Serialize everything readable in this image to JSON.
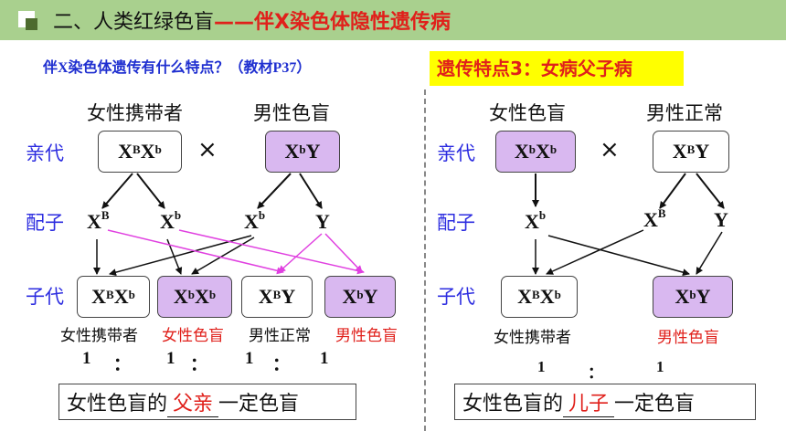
{
  "header": {
    "title_prefix": "二、人类红绿色盲",
    "title_suffix": "——伴X染色体隐性遗传病"
  },
  "question": "伴X染色体遗传有什么特点？（教材P37）",
  "feature": "遗传特点3：女病父子病",
  "generations": {
    "parent": "亲代",
    "gamete": "配子",
    "offspring": "子代"
  },
  "cross_symbol": "×",
  "left": {
    "mother_label": "女性携带者",
    "father_label": "男性色盲",
    "mother": {
      "a": "X",
      "as": "B",
      "b": "X",
      "bs": "b"
    },
    "father": {
      "a": "X",
      "as": "b",
      "b": "Y",
      "bs": ""
    },
    "gametes": [
      {
        "base": "X",
        "sup": "B"
      },
      {
        "base": "X",
        "sup": "b"
      },
      {
        "base": "X",
        "sup": "b"
      },
      {
        "base": "Y",
        "sup": ""
      }
    ],
    "offspring": [
      {
        "a": "X",
        "as": "B",
        "b": "X",
        "bs": "b",
        "phenotype": "女性携带者",
        "color": "#111111"
      },
      {
        "a": "X",
        "as": "b",
        "b": "X",
        "bs": "b",
        "phenotype": "女性色盲",
        "color": "#e0201b"
      },
      {
        "a": "X",
        "as": "B",
        "b": "Y",
        "bs": "",
        "phenotype": "男性正常",
        "color": "#111111"
      },
      {
        "a": "X",
        "as": "b",
        "b": "Y",
        "bs": "",
        "phenotype": "男性色盲",
        "color": "#e0201b"
      }
    ],
    "ratio": [
      "1",
      "：",
      "1",
      "：",
      "1",
      "：",
      "1"
    ],
    "conclusion": {
      "prefix": "女性色盲的",
      "blank": "父亲",
      "suffix": "一定色盲"
    }
  },
  "right": {
    "mother_label": "女性色盲",
    "father_label": "男性正常",
    "mother": {
      "a": "X",
      "as": "b",
      "b": "X",
      "bs": "b"
    },
    "father": {
      "a": "X",
      "as": "B",
      "b": "Y",
      "bs": ""
    },
    "gametes": [
      {
        "base": "X",
        "sup": "b"
      },
      {
        "base": "X",
        "sup": "B"
      },
      {
        "base": "Y",
        "sup": ""
      }
    ],
    "offspring": [
      {
        "a": "X",
        "as": "B",
        "b": "X",
        "bs": "b",
        "phenotype": "女性携带者",
        "color": "#111111"
      },
      {
        "a": "X",
        "as": "b",
        "b": "Y",
        "bs": "",
        "phenotype": "男性色盲",
        "color": "#e0201b"
      }
    ],
    "ratio": [
      "1",
      "：",
      "1"
    ],
    "conclusion": {
      "prefix": "女性色盲的",
      "blank": "儿子",
      "suffix": "一定色盲"
    }
  },
  "colors": {
    "header_bg": "#a9d08e",
    "accent_red": "#e0201b",
    "gen_blue": "#2d2de0",
    "purple_box": "#d9b8f0",
    "highlight": "#ffff00",
    "pink_arrow": "#e040e0"
  }
}
